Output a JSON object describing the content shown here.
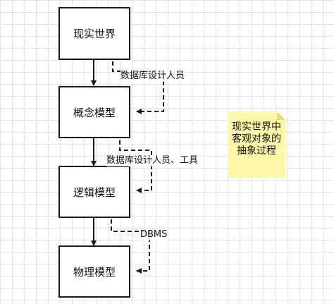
{
  "boxes": [
    {
      "label": "现实世界"
    },
    {
      "label": "概念模型"
    },
    {
      "label": "逻辑模型"
    },
    {
      "label": "物理模型"
    }
  ],
  "connector_labels": [
    {
      "text": "数据库设计人员"
    },
    {
      "text": "数据库设计人员、工具"
    },
    {
      "text": "DBMS"
    }
  ],
  "note": {
    "text": "现实世界中客观对象的抽象过程",
    "color": "#fcf8a8"
  }
}
